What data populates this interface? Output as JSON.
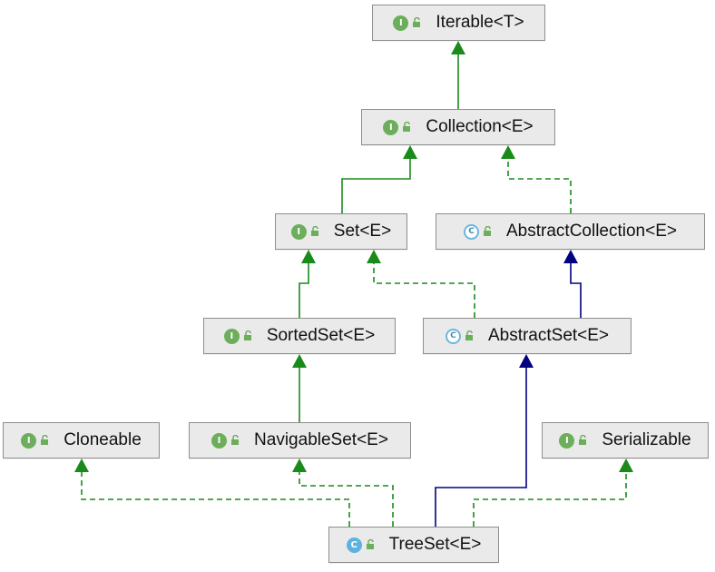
{
  "diagram": {
    "nodes": [
      {
        "id": "iterable",
        "label": "Iterable<T>",
        "kind": "interface",
        "badge": "I"
      },
      {
        "id": "collection",
        "label": "Collection<E>",
        "kind": "interface",
        "badge": "I"
      },
      {
        "id": "set",
        "label": "Set<E>",
        "kind": "interface",
        "badge": "I"
      },
      {
        "id": "abstractcollection",
        "label": "AbstractCollection<E>",
        "kind": "abstract",
        "badge": "C"
      },
      {
        "id": "sortedset",
        "label": "SortedSet<E>",
        "kind": "interface",
        "badge": "I"
      },
      {
        "id": "abstractset",
        "label": "AbstractSet<E>",
        "kind": "abstract",
        "badge": "C"
      },
      {
        "id": "cloneable",
        "label": "Cloneable",
        "kind": "interface",
        "badge": "I"
      },
      {
        "id": "navigableset",
        "label": "NavigableSet<E>",
        "kind": "interface",
        "badge": "I"
      },
      {
        "id": "serializable",
        "label": "Serializable",
        "kind": "interface",
        "badge": "I"
      },
      {
        "id": "treeset",
        "label": "TreeSet<E>",
        "kind": "class",
        "badge": "C"
      }
    ],
    "edges": [
      {
        "from": "collection",
        "to": "iterable",
        "style": "extends"
      },
      {
        "from": "set",
        "to": "collection",
        "style": "extends"
      },
      {
        "from": "abstractcollection",
        "to": "collection",
        "style": "implements"
      },
      {
        "from": "sortedset",
        "to": "set",
        "style": "extends"
      },
      {
        "from": "abstractset",
        "to": "set",
        "style": "implements"
      },
      {
        "from": "abstractset",
        "to": "abstractcollection",
        "style": "class-extends"
      },
      {
        "from": "navigableset",
        "to": "sortedset",
        "style": "extends"
      },
      {
        "from": "treeset",
        "to": "cloneable",
        "style": "implements"
      },
      {
        "from": "treeset",
        "to": "navigableset",
        "style": "implements"
      },
      {
        "from": "treeset",
        "to": "serializable",
        "style": "implements"
      },
      {
        "from": "treeset",
        "to": "abstractset",
        "style": "class-extends"
      }
    ],
    "colors": {
      "interface_edge": "#1a8a1a",
      "class_edge": "#000080",
      "interface_badge": "#6cae5b",
      "class_badge": "#5eb2e0",
      "lock": "#6cae5b"
    }
  }
}
